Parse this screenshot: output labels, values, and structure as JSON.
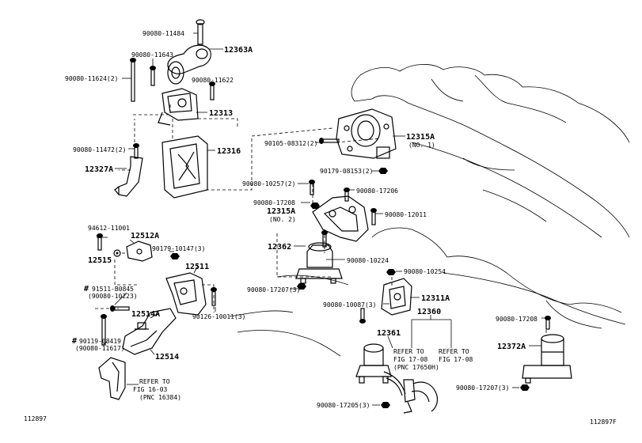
{
  "labels": {
    "l_90080_11484": "90080-11484",
    "l_12363A": "12363A",
    "l_90080_11643": "90080-11643",
    "l_90080_11624": "90080-11624(2)",
    "l_90080_11622": "90080-11622",
    "l_12313": "12313",
    "l_90080_11472": "90080-11472(2)",
    "l_12316": "12316",
    "l_12327A": "12327A",
    "l_90105_08312": "90105-08312(2)",
    "l_12315A_1": "12315A",
    "l_no1": "(NO. 1)",
    "l_90179_08153": "90179-08153(2)",
    "l_90080_10257": "90080-10257(2)",
    "l_90080_17206": "90080-17206",
    "l_90080_17208a": "90080-17208",
    "l_12315A_2": "12315A",
    "l_no2": "(NO. 2)",
    "l_90080_12011": "90080-12011",
    "l_94612_11001": "94612-11001",
    "l_12512A": "12512A",
    "l_12515": "12515",
    "l_90179_10147": "90179-10147(3)",
    "l_12511": "12511",
    "l_12362": "12362",
    "l_90080_10224": "90080-10224",
    "l_91511_B0845": "91511-B0845",
    "l_90080_10223": "(90080-10223)",
    "l_90080_10254": "90080-10254",
    "l_90080_17207a": "90080-17207(3)",
    "l_12311A": "12311A",
    "l_12514A": "12514A",
    "l_90126_10011": "90126-10011(3)",
    "l_90080_10087": "90080-10087(3)",
    "l_12360": "12360",
    "l_90119_08419": "90119-08419",
    "l_90080_11617": "(90080-11617)",
    "l_12361": "12361",
    "l_90080_17208b": "90080-17208",
    "l_12514": "12514",
    "l_refer1_a": "REFER TO",
    "l_refer1_b": "FIG 17-08",
    "l_refer1_c": "(PNC 17650H)",
    "l_refer2_a": "REFER TO",
    "l_refer2_b": "FIG 17-08",
    "l_12372A": "12372A",
    "l_refer3_a": "REFER TO",
    "l_refer3_b": "FIG 16-03",
    "l_refer3_c": "(PNC 16384)",
    "l_90080_17207b": "90080-17207(3)",
    "l_90080_17205": "90080-17205(3)",
    "l_hash": "#",
    "l_hash2": "#"
  },
  "footer": {
    "left_code": "112897",
    "right_code": "112897F"
  }
}
